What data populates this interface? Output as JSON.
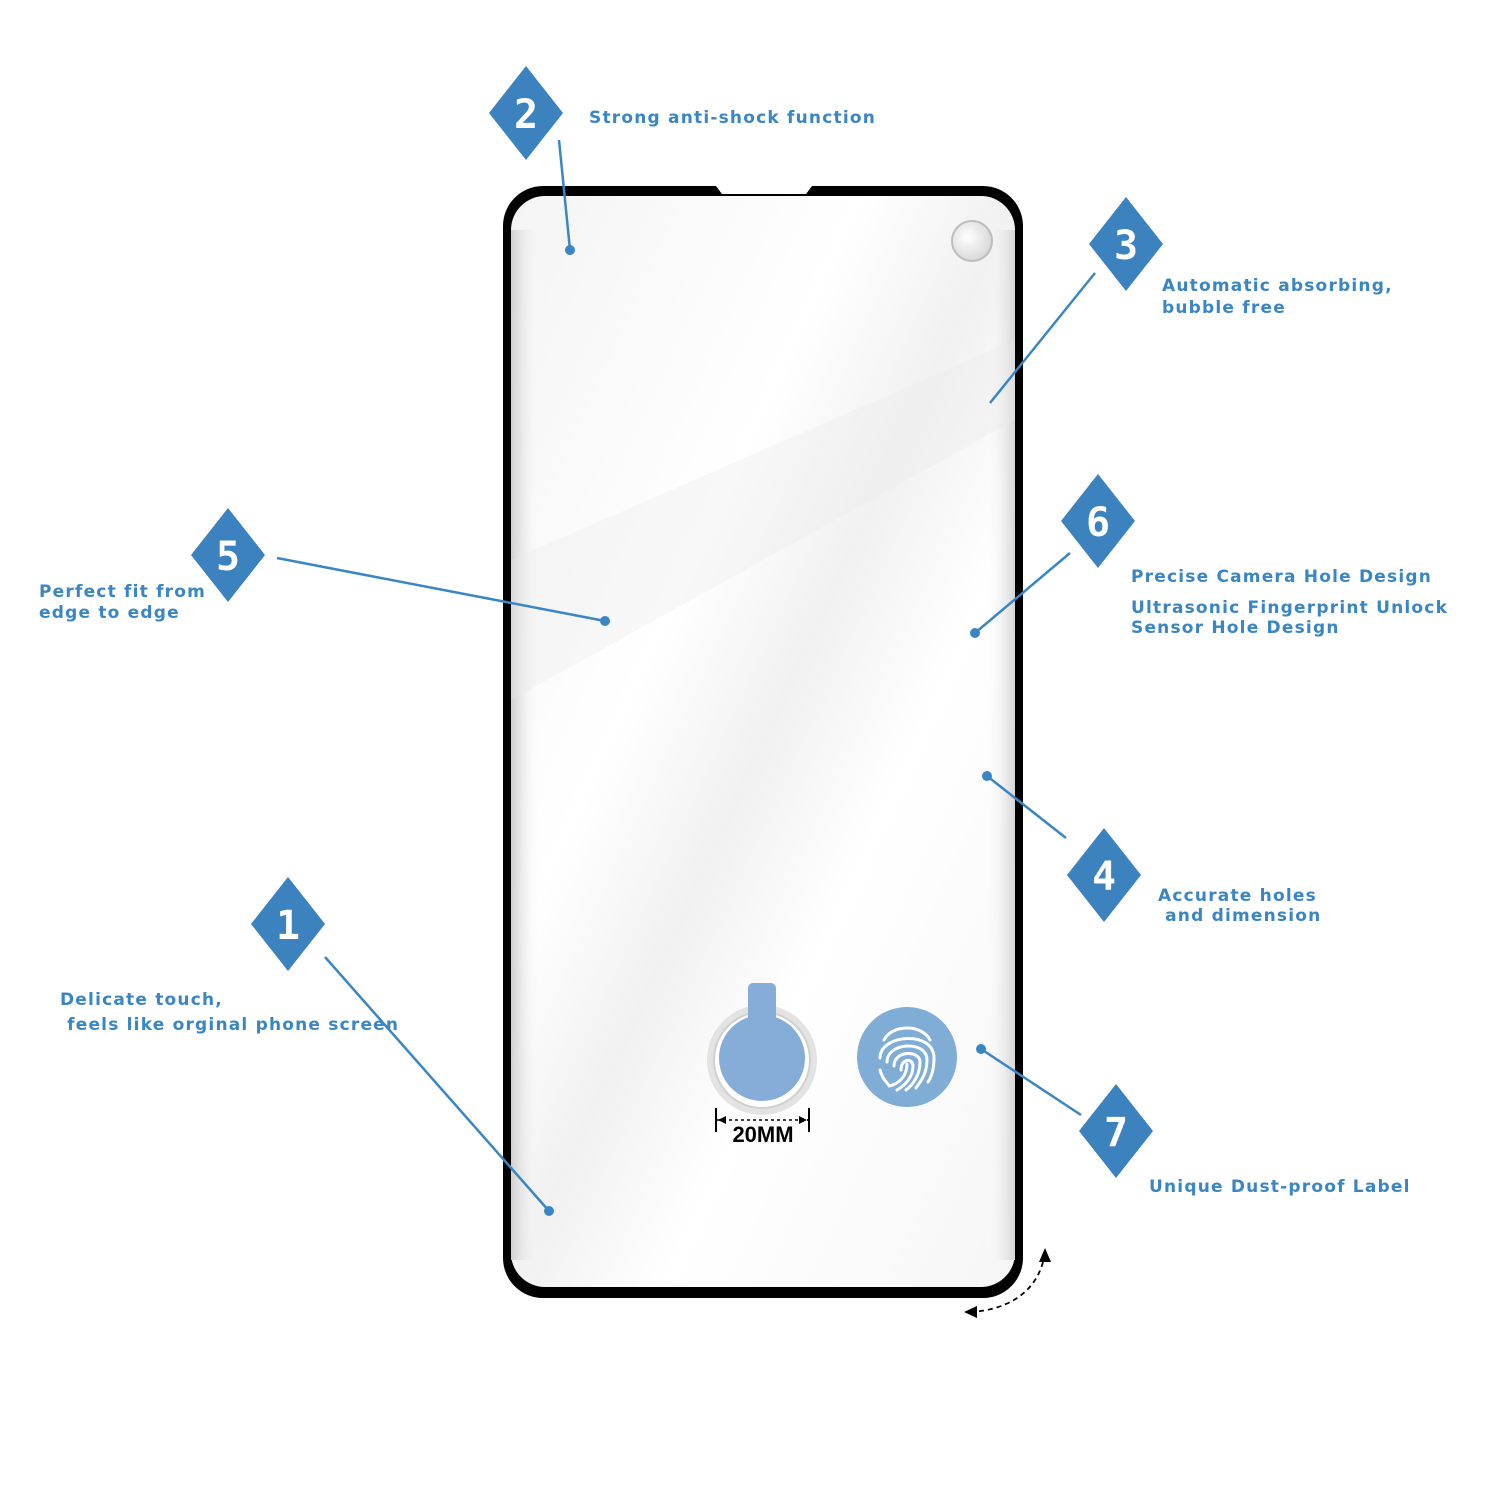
{
  "features": [
    {
      "id": "1",
      "lines": [
        "Delicate touch,",
        " feels like orginal phone screen"
      ]
    },
    {
      "id": "2",
      "lines": [
        "Strong anti-shock function"
      ]
    },
    {
      "id": "3",
      "lines": [
        "Automatic absorbing,",
        "bubble free"
      ]
    },
    {
      "id": "4",
      "lines": [
        "Accurate holes",
        " and dimension"
      ]
    },
    {
      "id": "5",
      "lines": [
        "Perfect fit from",
        "edge to edge"
      ]
    },
    {
      "id": "6",
      "lines": [
        "Precise Camera Hole Design"
      ]
    },
    {
      "id": "6b",
      "lines": [
        "Ultrasonic Fingerprint Unlock",
        "Sensor Hole Design"
      ]
    },
    {
      "id": "7",
      "lines": [
        "Unique Dust-proof Label"
      ]
    }
  ],
  "dimension_label": "20MM",
  "icons": {
    "fingerprint": "fingerprint-icon",
    "rotate_arrow": "curved-arrow-icon"
  },
  "colors": {
    "accent": "#3a86c4",
    "badge": "#3b82bf",
    "frame": "#000000",
    "fingerprint_bg": "#7fadd6",
    "sensor_label": "#86add8"
  }
}
